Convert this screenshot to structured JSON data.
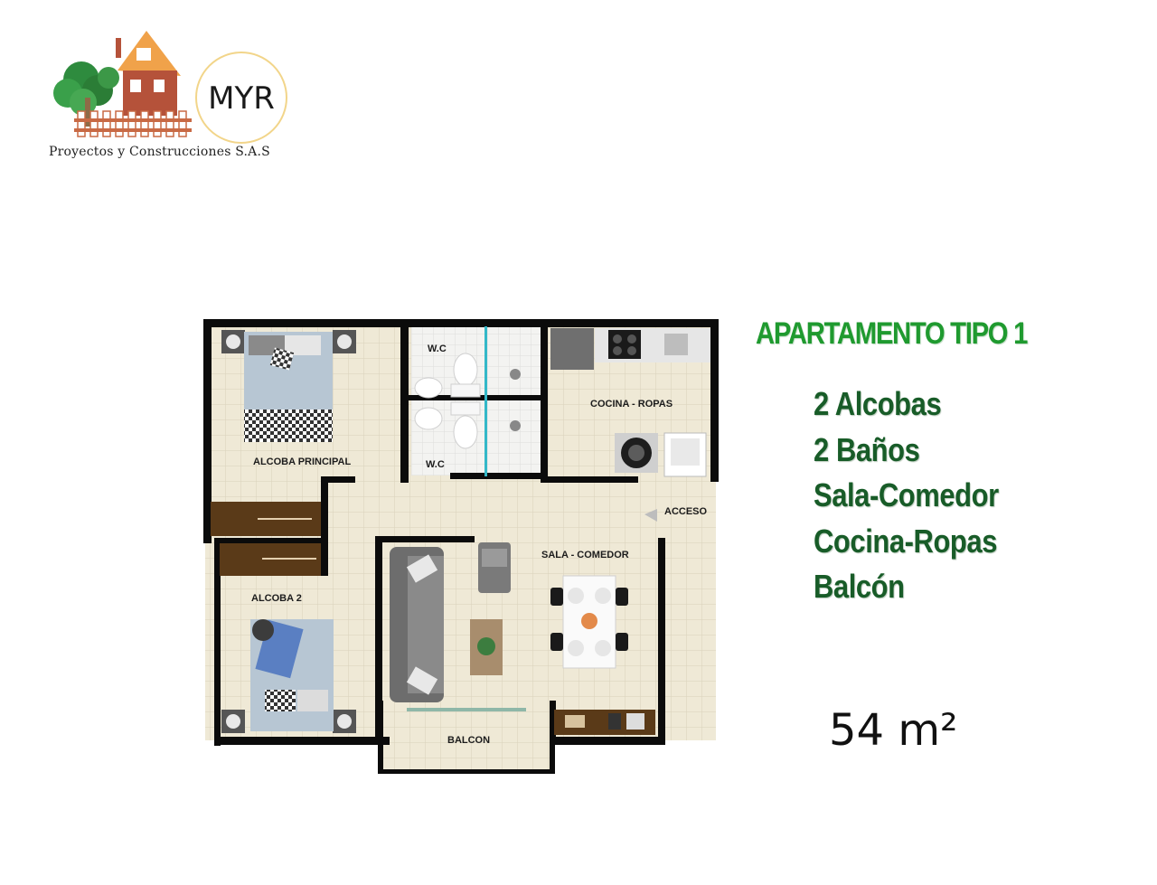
{
  "logo": {
    "brand": "MYR",
    "caption": "Proyectos y Construcciones S.A.S"
  },
  "plan": {
    "rooms": {
      "alcoba_principal": "ALCOBA PRINCIPAL",
      "wc_top": "W.C",
      "wc_bottom": "W.C",
      "cocina_ropas": "COCINA - ROPAS",
      "acceso": "ACCESO",
      "sala_comedor": "SALA - COMEDOR",
      "alcoba_2": "ALCOBA 2",
      "balcon": "BALCON"
    }
  },
  "info": {
    "title": "APARTAMENTO TIPO 1",
    "features": [
      "2 Alcobas",
      "2 Baños",
      "Sala-Comedor",
      "Cocina-Ropas",
      "Balcón"
    ],
    "area": "54 m²"
  },
  "colors": {
    "title_green": "#1f9a2f",
    "features_green": "#185c28",
    "floor_tile": "#efe9d6",
    "wall": "#0b0b0b",
    "wardrobe_wood": "#5a3a18"
  }
}
